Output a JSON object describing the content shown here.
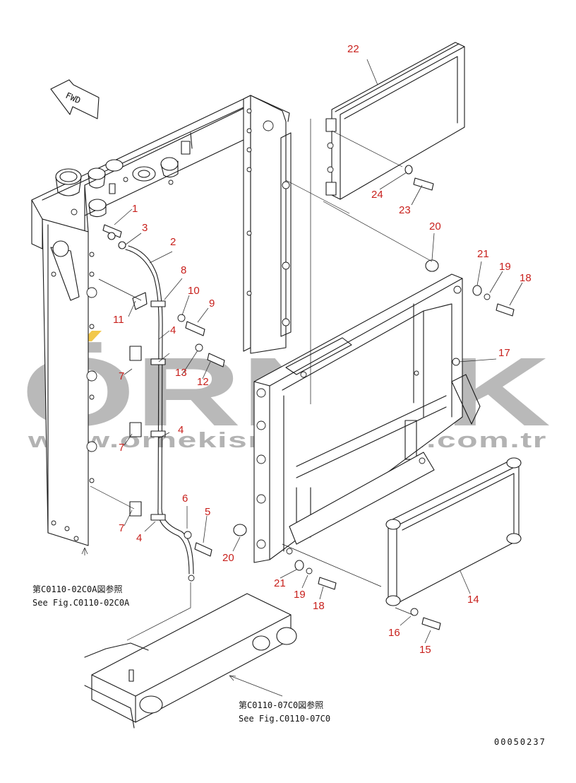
{
  "diagram": {
    "direction_label": "FWD",
    "drawing_number": "00050237",
    "watermark": {
      "brand": "ÖRNEK",
      "url": "www.ornekismakinalari.com.tr"
    },
    "references": [
      {
        "jp": "第C0110-02C0A図参照",
        "en": "See Fig.C0110-02C0A"
      },
      {
        "jp": "第C0110-07C0図参照",
        "en": "See Fig.C0110-07C0"
      }
    ],
    "callouts": [
      "1",
      "2",
      "3",
      "4",
      "4",
      "4",
      "5",
      "6",
      "7",
      "7",
      "7",
      "8",
      "9",
      "10",
      "11",
      "12",
      "13",
      "14",
      "15",
      "16",
      "17",
      "18",
      "18",
      "19",
      "19",
      "20",
      "20",
      "21",
      "21",
      "22",
      "23",
      "24"
    ]
  }
}
